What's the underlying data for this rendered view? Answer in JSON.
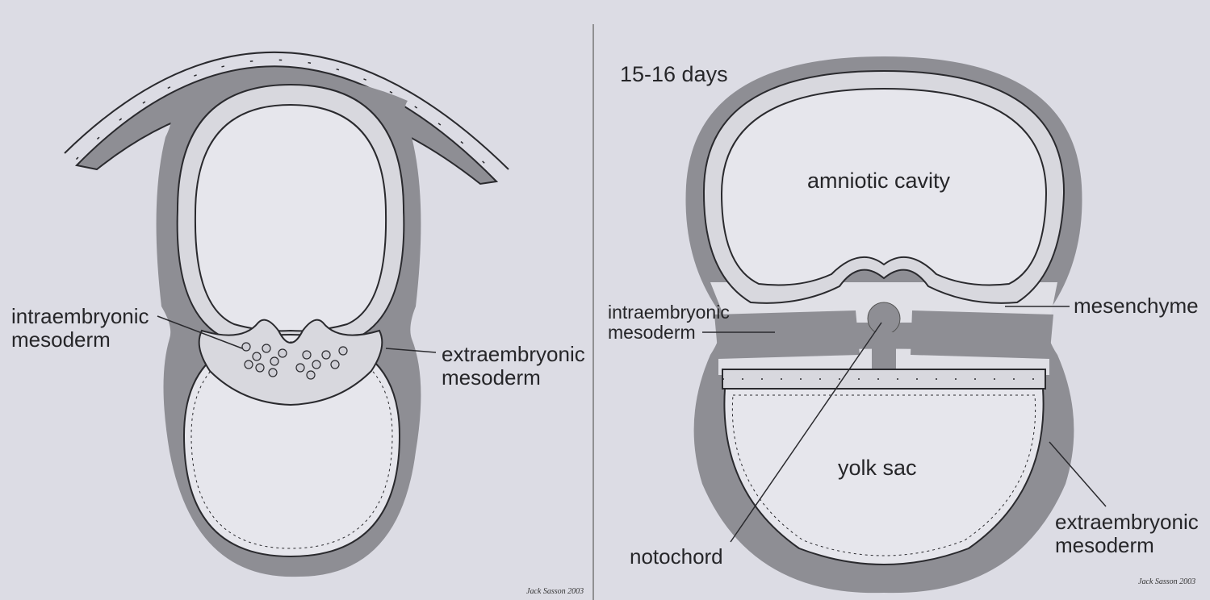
{
  "panels": [
    {
      "id": "left",
      "labels": {
        "intraembryonic": [
          "intraembryonic",
          "mesoderm"
        ],
        "extraembryonic": [
          "extraembryonic",
          "mesoderm"
        ]
      },
      "credit": "Jack Sasson 2003"
    },
    {
      "id": "right",
      "stage": "15-16 days",
      "labels": {
        "amniotic_cavity": "amniotic cavity",
        "intraembryonic": [
          "intraembryonic",
          "mesoderm"
        ],
        "mesenchyme": "mesenchyme",
        "yolk_sac": "yolk sac",
        "notochord": "notochord",
        "extraembryonic": [
          "extraembryonic",
          "mesoderm"
        ]
      },
      "credit": "Jack Sasson 2003"
    }
  ],
  "colors": {
    "background": "#dcdce4",
    "mesoderm_grey": "#8e8e94",
    "cavity": "#e6e6ec",
    "cell_fill": "#d8d8de",
    "outline": "#2a2a2e"
  }
}
